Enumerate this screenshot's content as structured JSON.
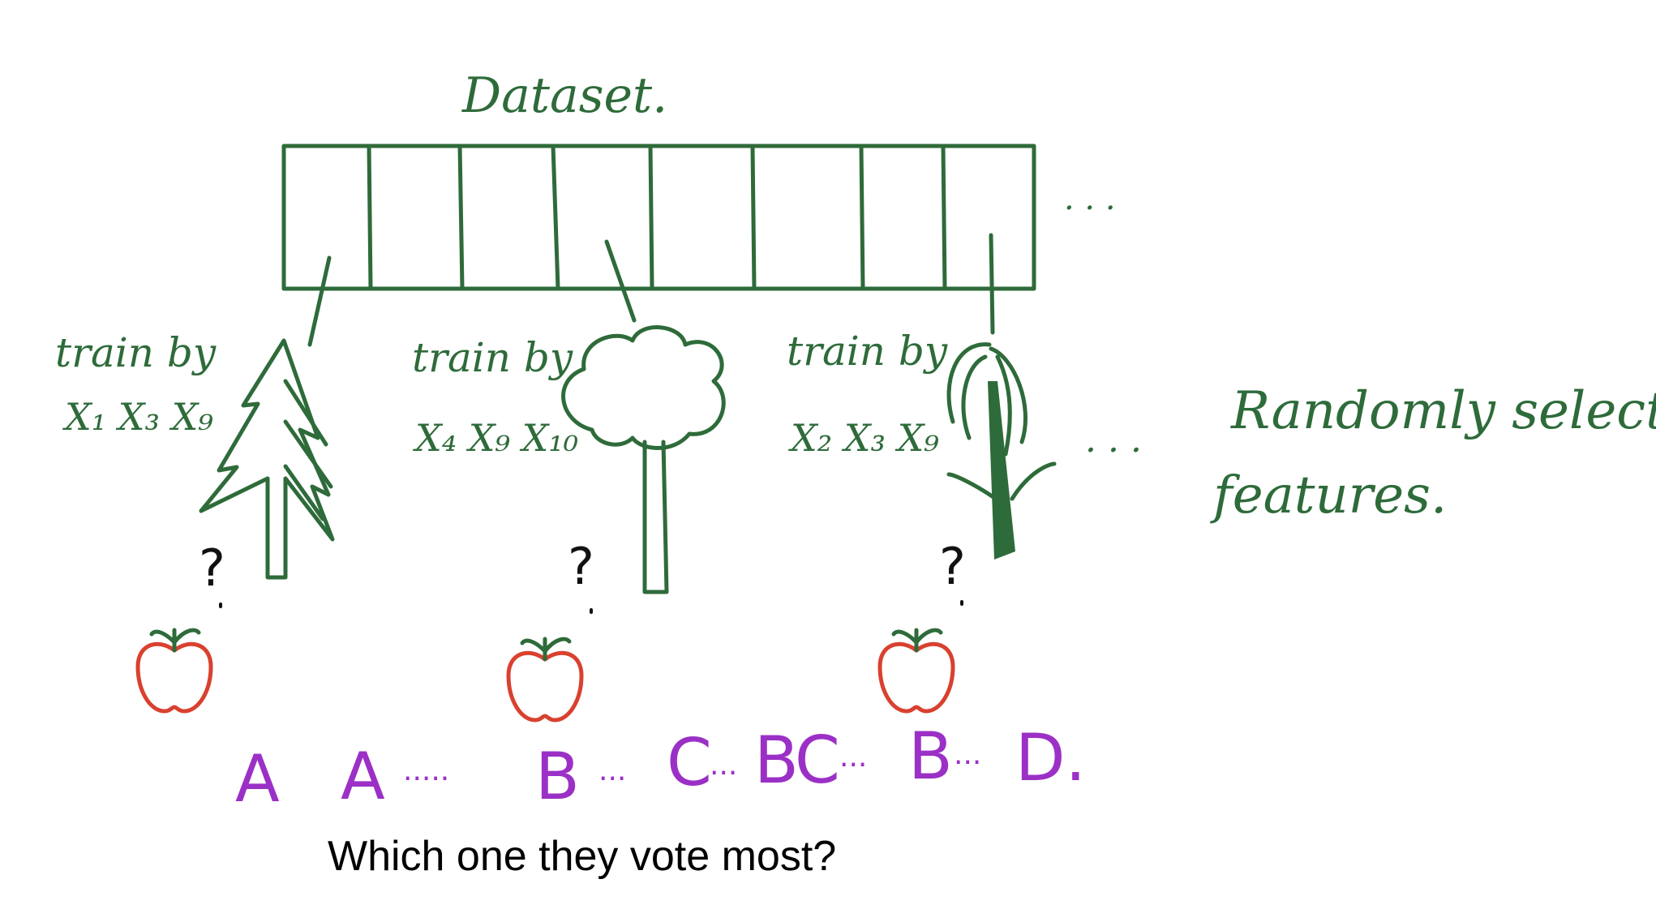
{
  "dataset": {
    "title": "Dataset.",
    "ellipsis": "· · ·"
  },
  "trees": [
    {
      "kind": "pine",
      "label_line1": "train by",
      "label_line2": "X₁ X₃ X₉",
      "question": "?"
    },
    {
      "kind": "deciduous",
      "label_line1": "train by",
      "label_line2": "X₄ X₉ X₁₀",
      "question": "?"
    },
    {
      "kind": "palm",
      "label_line1": "train by",
      "label_line2": "X₂ X₃ X₉",
      "question": "?"
    }
  ],
  "trees_ellipsis": "· · ·",
  "side_note": {
    "line1": "Randomly select",
    "line2": "features."
  },
  "votes": {
    "sequence": [
      "A",
      "A",
      "·····",
      "B",
      "···",
      "C",
      "···",
      "B",
      "C",
      "···",
      "B",
      "···",
      "D."
    ]
  },
  "caption": "Which one they vote most?",
  "colors": {
    "ink_green": "#2e6b3a",
    "vote_purple": "#9b30c6",
    "apple_red": "#d9412f",
    "text_black": "#000000"
  },
  "icons": [
    "pine-tree-icon",
    "deciduous-tree-icon",
    "palm-tree-icon",
    "apple-icon"
  ]
}
